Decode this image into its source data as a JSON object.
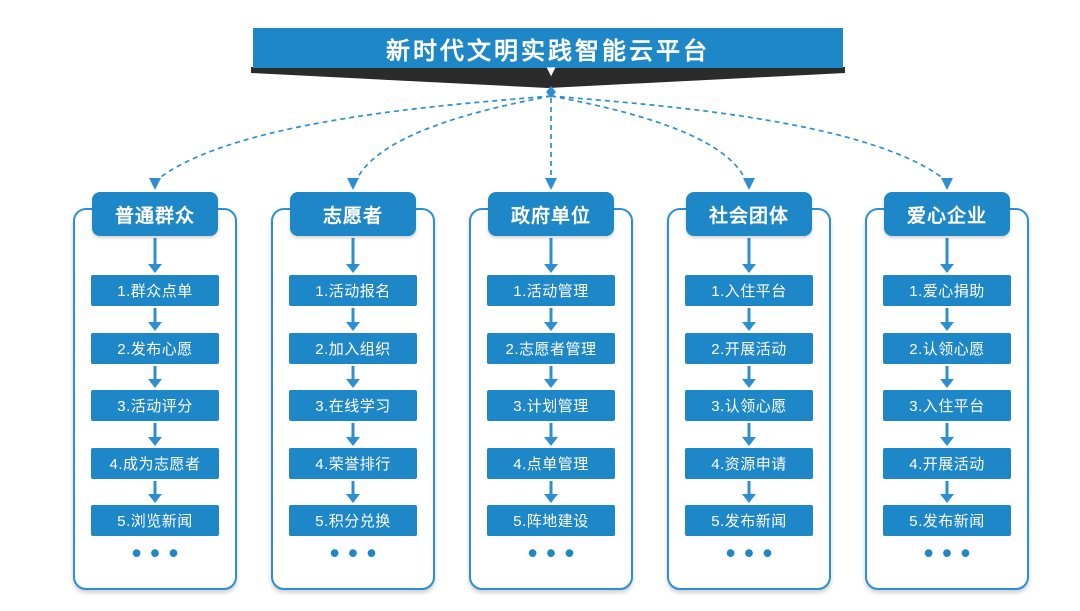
{
  "colors": {
    "primary_blue": "#1E87C8",
    "connector_blue": "#2D8FD2",
    "ribbon_dark": "#2B2B2B",
    "text_white": "#FFFFFF"
  },
  "banner": {
    "title": "新时代文明实践智能云平台",
    "pointer_icon": "▼"
  },
  "ellipsis": "•••",
  "columns": [
    {
      "header": "普通群众",
      "steps": [
        "1.群众点单",
        "2.发布心愿",
        "3.活动评分",
        "4.成为志愿者",
        "5.浏览新闻"
      ]
    },
    {
      "header": "志愿者",
      "steps": [
        "1.活动报名",
        "2.加入组织",
        "3.在线学习",
        "4.荣誉排行",
        "5.积分兑换"
      ]
    },
    {
      "header": "政府单位",
      "steps": [
        "1.活动管理",
        "2.志愿者管理",
        "3.计划管理",
        "4.点单管理",
        "5.阵地建设"
      ]
    },
    {
      "header": "社会团体",
      "steps": [
        "1.入住平台",
        "2.开展活动",
        "3.认领心愿",
        "4.资源申请",
        "5.发布新闻"
      ]
    },
    {
      "header": "爱心企业",
      "steps": [
        "1.爱心捐助",
        "2.认领心愿",
        "3.入住平台",
        "4.开展活动",
        "5.发布新闻"
      ]
    }
  ]
}
